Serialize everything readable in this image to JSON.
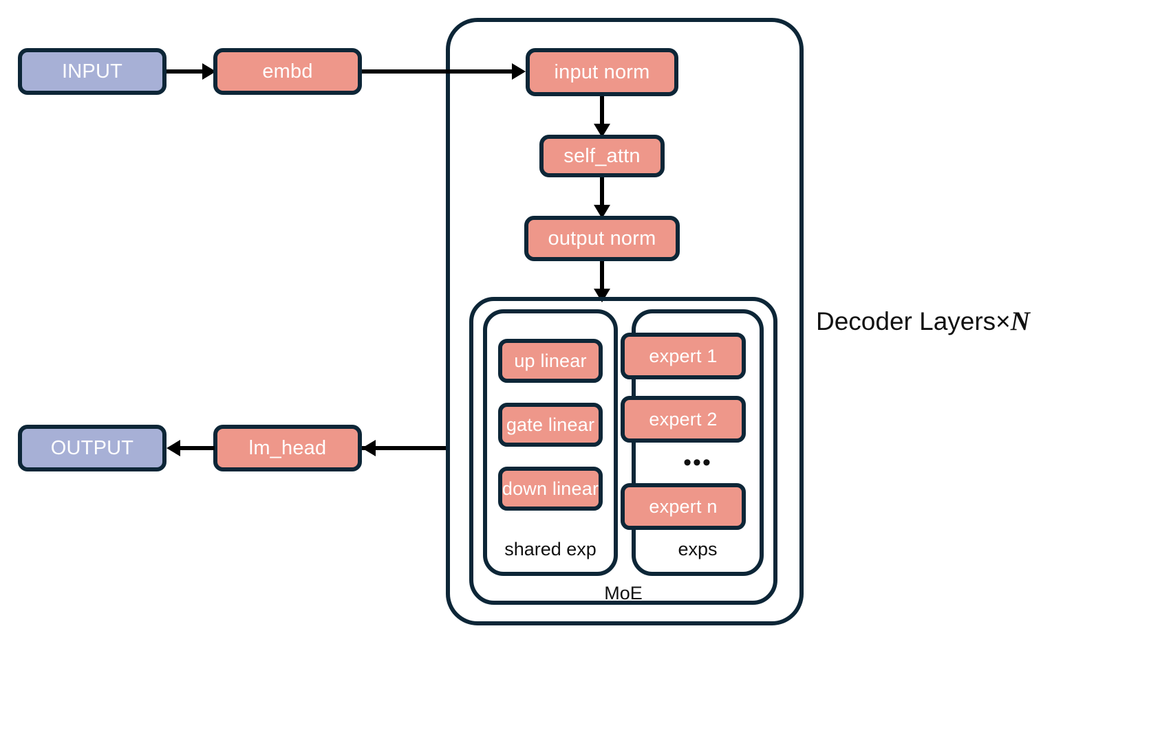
{
  "diagram": {
    "title_caption": "Decoder Layers×",
    "caption_variable": "N",
    "colors": {
      "io_box": "#a7b0d6",
      "module_box": "#ee978a",
      "outline": "#0d2637",
      "edge": "#000000",
      "background": "#ffffff"
    }
  },
  "io": {
    "input_label": "INPUT",
    "output_label": "OUTPUT"
  },
  "pipeline": {
    "embd_label": "embd",
    "lm_head_label": "lm_head"
  },
  "decoder": {
    "group_label": "",
    "input_norm_label": "input norm",
    "self_attn_label": "self_attn",
    "output_norm_label": "output norm"
  },
  "moe": {
    "group_label": "MoE",
    "shared_expert": {
      "group_label": "shared exp",
      "blocks": [
        {
          "label": "up linear"
        },
        {
          "label": "gate linear"
        },
        {
          "label": "down linear"
        }
      ]
    },
    "routed_experts": {
      "group_label": "exps",
      "ellipsis": "•••",
      "blocks": [
        {
          "label": "expert 1"
        },
        {
          "label": "expert 2"
        },
        {
          "label": "expert n"
        }
      ]
    }
  }
}
